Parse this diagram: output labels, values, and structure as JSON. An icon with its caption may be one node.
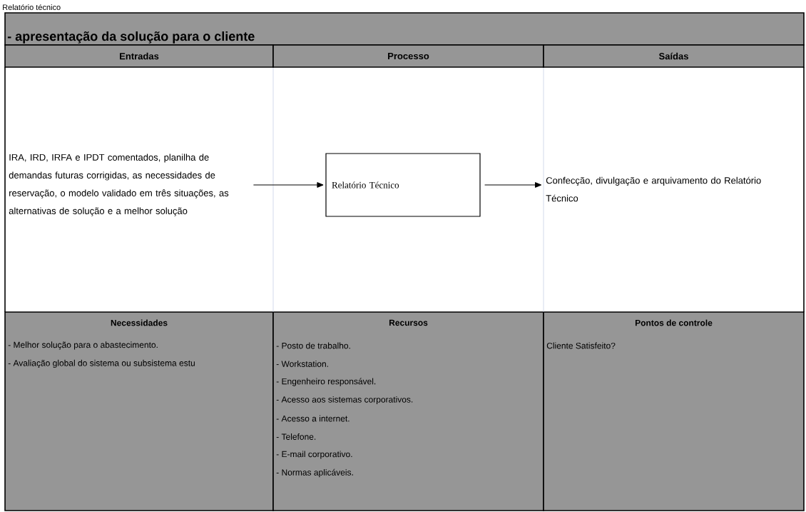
{
  "diagram": {
    "title": "- apresentação da solução para o cliente",
    "nodes": [
      {
        "text": [
          "IRA, IRD, IRFA e IPDT comentados, planilha de demandas futuras corrigidas, as necessidades de reservação, o modelo validado em três situações, as alternativas de solução e a melhor solução"
        ]
      },
      {
        "text": [
          "Relatório Técnico"
        ]
      },
      {
        "text": [
          "Confecção, divulgação e arquivamento do Relatório Técnico"
        ]
      }
    ],
    "edges": [
      {
        "from": 0,
        "to": 1,
        "arrow": "to"
      },
      {
        "from": 1,
        "to": 2,
        "arrow": "to"
      }
    ],
    "labels": [
      "Relatório técnico",
      "Entradas",
      "Processo",
      "Saídas",
      "Necessidades",
      "Recursos",
      "Pontos de controle",
      "- Melhor solução para o abastecimento.",
      "- Avaliação global do sistema ou subsistema estu",
      "- Posto de trabalho.",
      "- Workstation.",
      "- Engenheiro responsável.",
      "- Acesso aos sistemas corporativos.",
      "- Acesso a internet.",
      "- Telefone.",
      "- E-mail corporativo.",
      "- Normas aplicáveis.",
      "Cliente Satisfeito?"
    ]
  }
}
